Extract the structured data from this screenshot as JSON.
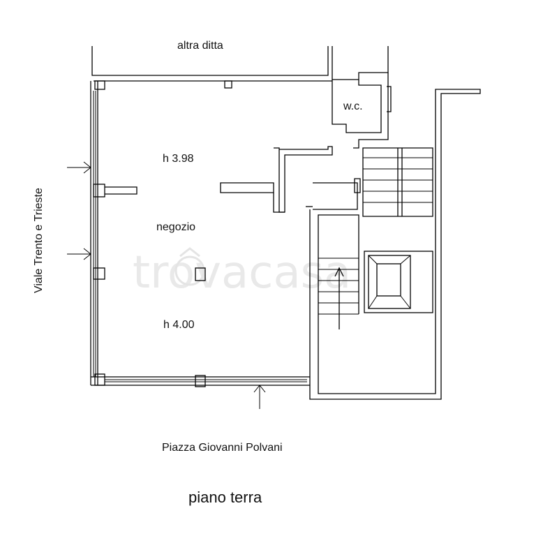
{
  "plan": {
    "labels": {
      "neighbor": "altra ditta",
      "wc": "w.c.",
      "height_top": "h 3.98",
      "room": "negozio",
      "height_bottom": "h 4.00",
      "street_side": "Viale Trento e Trieste",
      "street_front": "Piazza Giovanni Polvani",
      "floor": "piano terra"
    },
    "watermark": "trovacasa"
  }
}
